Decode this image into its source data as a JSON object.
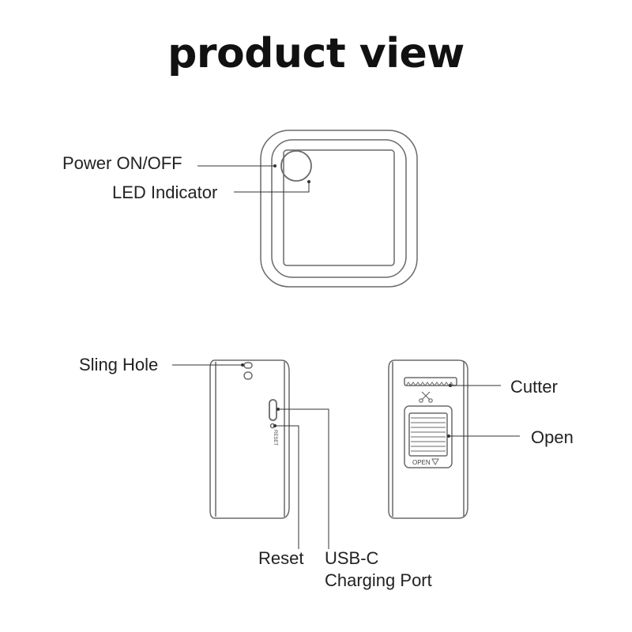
{
  "title": "product view",
  "labels": {
    "power": "Power ON/OFF",
    "led": "LED Indicator",
    "sling_hole": "Sling Hole",
    "reset": "Reset",
    "usbc_line1": "USB-C",
    "usbc_line2": "Charging Port",
    "cutter": "Cutter",
    "open": "Open"
  },
  "device_markings": {
    "reset_text": "RESET",
    "open_text": "OPEN"
  },
  "colors": {
    "outline": "#6a6a6a",
    "leader": "#333333",
    "text": "#222222"
  }
}
